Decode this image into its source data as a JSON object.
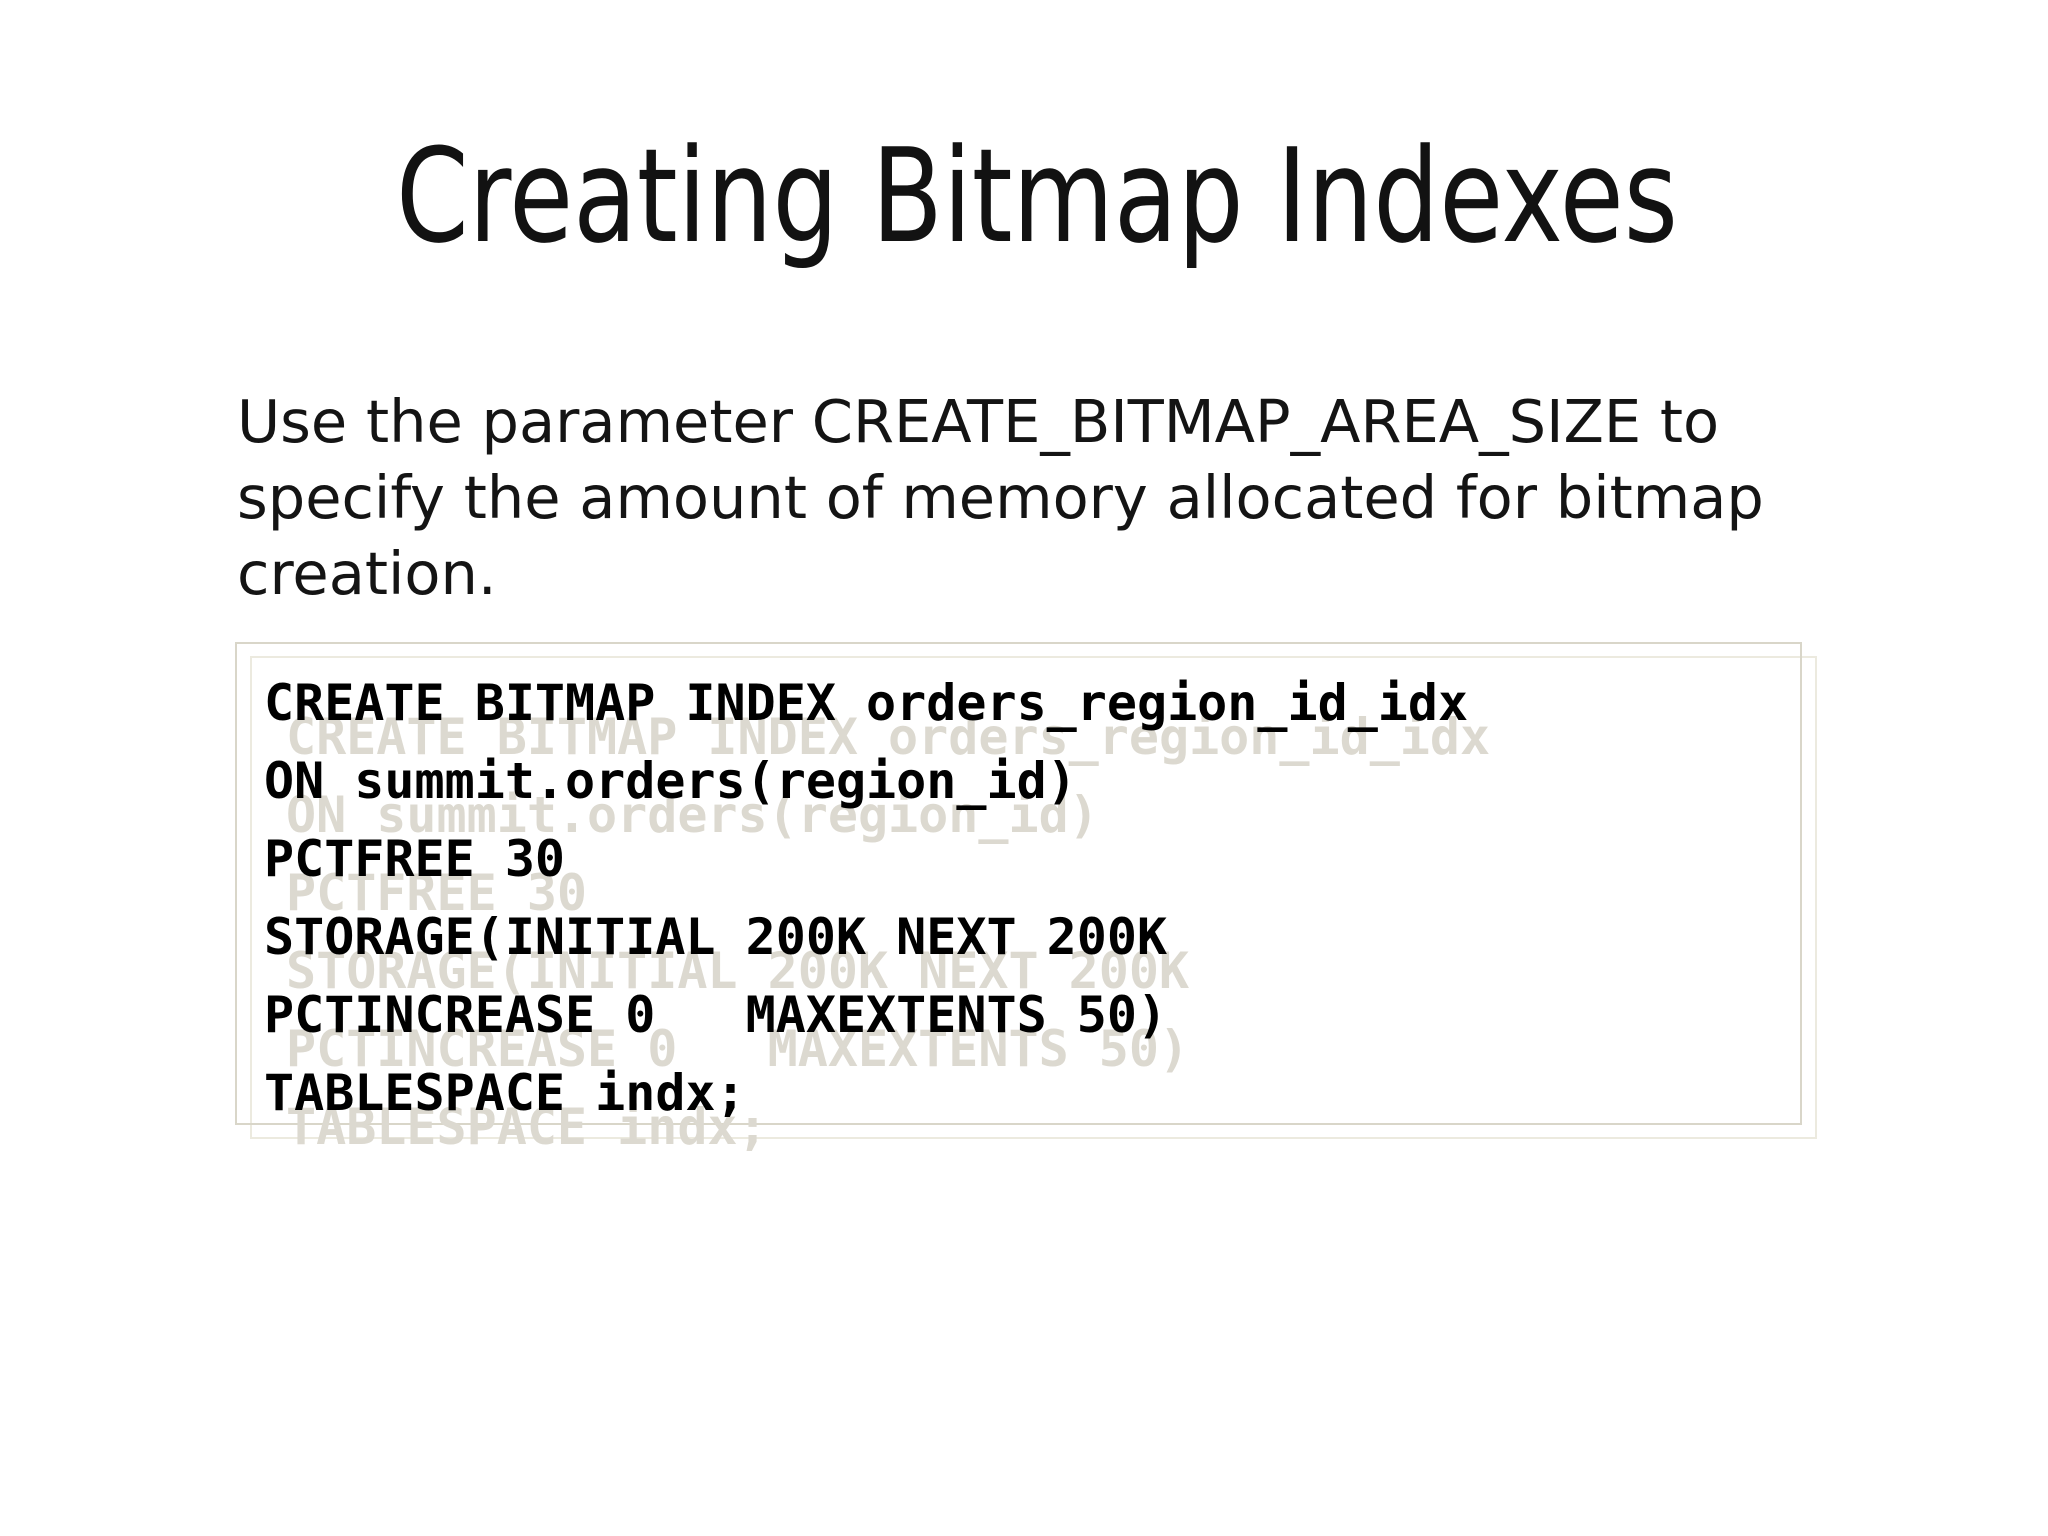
{
  "slide": {
    "title": "Creating Bitmap Indexes",
    "body": {
      "lines": [
        "Use the parameter CREATE_BITMAP_AREA_SIZE to",
        "specify the amount of memory allocated for bitmap",
        "creation."
      ]
    },
    "code_box": {
      "lines": [
        "CREATE BITMAP INDEX orders_region_id_idx",
        "ON summit.orders(region_id)",
        "PCTFREE 30",
        "STORAGE(INITIAL 200K NEXT 200K",
        "PCTINCREASE 0   MAXEXTENTS 50)",
        "TABLESPACE indx;"
      ]
    },
    "colors": {
      "background": "#ffffff",
      "title_text": "#121212",
      "body_text": "#141414",
      "code_text": "#000000",
      "code_ghost_shadow": "#dcd9d0",
      "code_box_border": "#d9d6c9",
      "code_box_shadow_border": "#eceadf"
    }
  }
}
